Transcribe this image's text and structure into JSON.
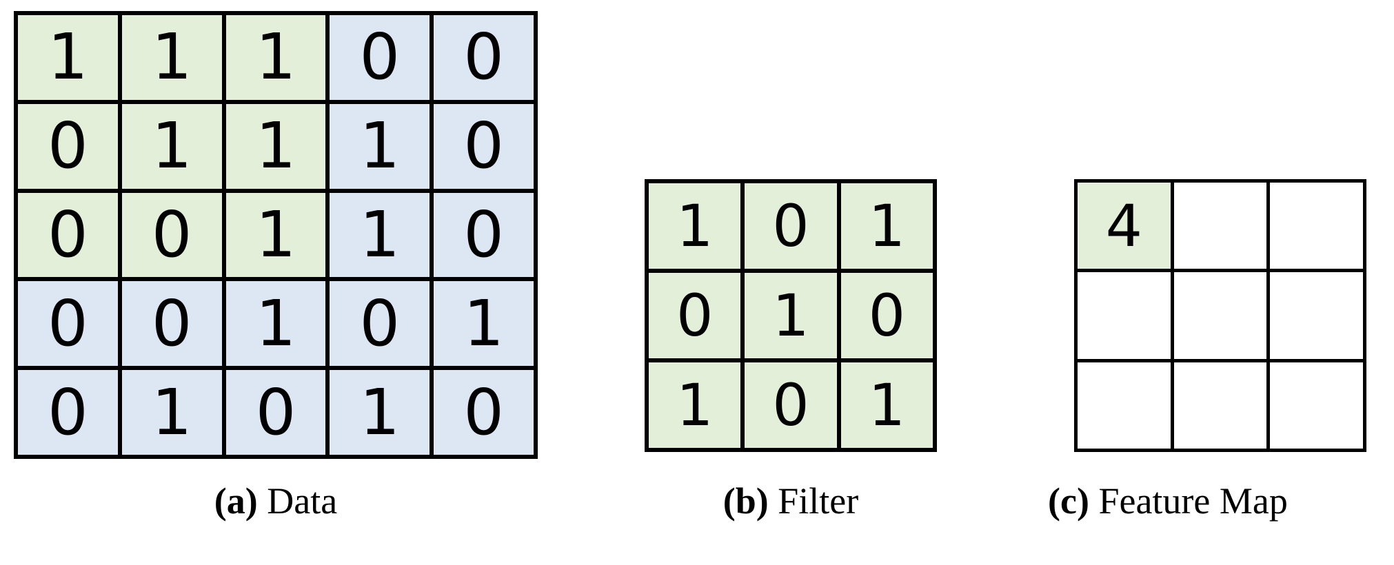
{
  "figure": {
    "type": "diagram",
    "description": "Convolution illustration: input data matrix, filter kernel, and resulting feature map",
    "colors": {
      "highlight_green": "#e3efd9",
      "fill_blue": "#dde7f3",
      "empty_white": "#ffffff",
      "border_black": "#000000",
      "text_black": "#000000"
    }
  },
  "panels": {
    "data": {
      "caption_tag": "(a)",
      "caption_label": " Data",
      "rows": 5,
      "cols": 5,
      "values": [
        [
          "1",
          "1",
          "1",
          "0",
          "0"
        ],
        [
          "0",
          "1",
          "1",
          "1",
          "0"
        ],
        [
          "0",
          "0",
          "1",
          "1",
          "0"
        ],
        [
          "0",
          "0",
          "1",
          "0",
          "1"
        ],
        [
          "0",
          "1",
          "0",
          "1",
          "0"
        ]
      ],
      "fills": [
        [
          "green",
          "green",
          "green",
          "blue",
          "blue"
        ],
        [
          "green",
          "green",
          "green",
          "blue",
          "blue"
        ],
        [
          "green",
          "green",
          "green",
          "blue",
          "blue"
        ],
        [
          "blue",
          "blue",
          "blue",
          "blue",
          "blue"
        ],
        [
          "blue",
          "blue",
          "blue",
          "blue",
          "blue"
        ]
      ]
    },
    "filter": {
      "caption_tag": "(b)",
      "caption_label": " Filter",
      "rows": 3,
      "cols": 3,
      "values": [
        [
          "1",
          "0",
          "1"
        ],
        [
          "0",
          "1",
          "0"
        ],
        [
          "1",
          "0",
          "1"
        ]
      ],
      "fills": [
        [
          "green",
          "green",
          "green"
        ],
        [
          "green",
          "green",
          "green"
        ],
        [
          "green",
          "green",
          "green"
        ]
      ]
    },
    "feature_map": {
      "caption_tag": "(c)",
      "caption_label": " Feature Map",
      "rows": 3,
      "cols": 3,
      "values": [
        [
          "4",
          "",
          ""
        ],
        [
          "",
          "",
          ""
        ],
        [
          "",
          "",
          ""
        ]
      ],
      "fills": [
        [
          "green",
          "white",
          "white"
        ],
        [
          "white",
          "white",
          "white"
        ],
        [
          "white",
          "white",
          "white"
        ]
      ]
    }
  },
  "chart_data": {
    "type": "table",
    "title": "Convolution operation example",
    "tables": [
      {
        "name": "Data",
        "matrix": [
          [
            1,
            1,
            1,
            0,
            0
          ],
          [
            0,
            1,
            1,
            1,
            0
          ],
          [
            0,
            0,
            1,
            1,
            0
          ],
          [
            0,
            0,
            1,
            0,
            1
          ],
          [
            0,
            1,
            0,
            1,
            0
          ]
        ]
      },
      {
        "name": "Filter",
        "matrix": [
          [
            1,
            0,
            1
          ],
          [
            0,
            1,
            0
          ],
          [
            1,
            0,
            1
          ]
        ]
      },
      {
        "name": "Feature Map",
        "matrix": [
          [
            4,
            null,
            null
          ],
          [
            null,
            null,
            null
          ],
          [
            null,
            null,
            null
          ]
        ]
      }
    ]
  }
}
